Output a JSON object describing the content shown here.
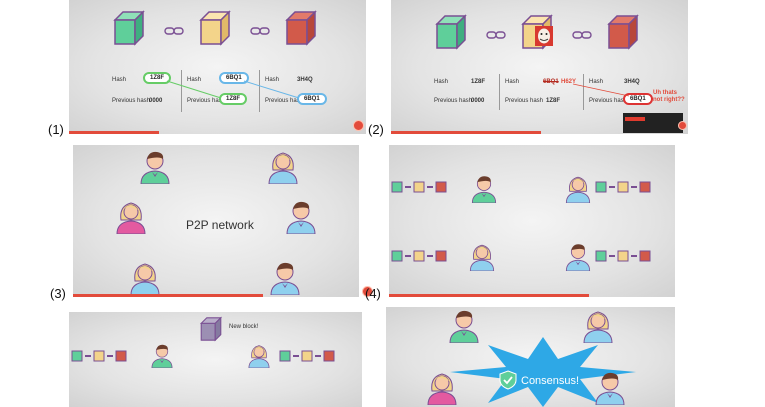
{
  "labels": {
    "p1": "(1)",
    "p2": "(2)",
    "p3": "(3)",
    "p4": "(4)"
  },
  "colors": {
    "green_block": "#5fcf9a",
    "yellow_block": "#f3d48a",
    "red_block": "#d25a4a",
    "purple_outline": "#7a4f93",
    "pill_green": "#66cc66",
    "pill_blue": "#69b7e8",
    "accent_red": "#e24b3b",
    "burst_blue": "#2ea8e6"
  },
  "panel1": {
    "hash_label": "Hash",
    "prev_label": "Previous hash",
    "block1": {
      "hash": "1Z8F",
      "prev": "0000"
    },
    "block2": {
      "hash": "6BQ1",
      "prev": "1Z8F"
    },
    "block3": {
      "hash": "3H4Q",
      "prev": "6BQ1"
    }
  },
  "panel2": {
    "hash_label": "Hash",
    "prev_label": "Previous hash",
    "block1": {
      "hash": "1Z8F",
      "prev": "0000"
    },
    "block2": {
      "hash_old": "6BQ1",
      "hash_new": "H62Y",
      "prev": "1Z8F"
    },
    "block3": {
      "hash": "3H4Q",
      "prev": "6BQ1"
    },
    "annotation": "Uh thats not right??"
  },
  "panel3": {
    "center_text": "P2P network"
  },
  "panel5": {
    "new_block_text": "New block!"
  },
  "panel6": {
    "consensus_text": "Consensus!"
  }
}
